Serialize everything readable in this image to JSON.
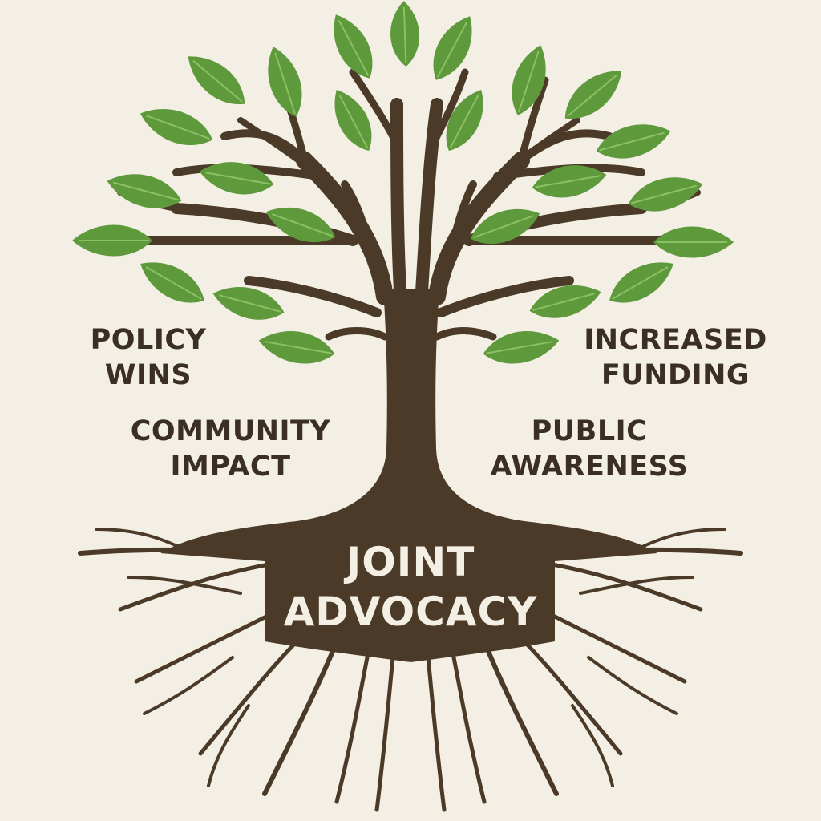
{
  "outcomes": {
    "policy_wins": {
      "line1": "POLICY",
      "line2": "WINS"
    },
    "increased_funding": {
      "line1": "INCREASED",
      "line2": "FUNDING"
    },
    "community_impact": {
      "line1": "COMMUNITY",
      "line2": "IMPACT"
    },
    "public_awareness": {
      "line1": "PUBLIC",
      "line2": "AWARENESS"
    }
  },
  "root": {
    "line1": "JOINT",
    "line2": "ADVOCACY"
  },
  "colors": {
    "background": "#f4efe5",
    "trunk": "#4a3a27",
    "leaf": "#5e9a3c",
    "leaf_vein": "#8cc065",
    "text": "#3b2f23",
    "root_text": "#f4efe5"
  },
  "icons": {
    "leaf": "leaf-icon"
  }
}
